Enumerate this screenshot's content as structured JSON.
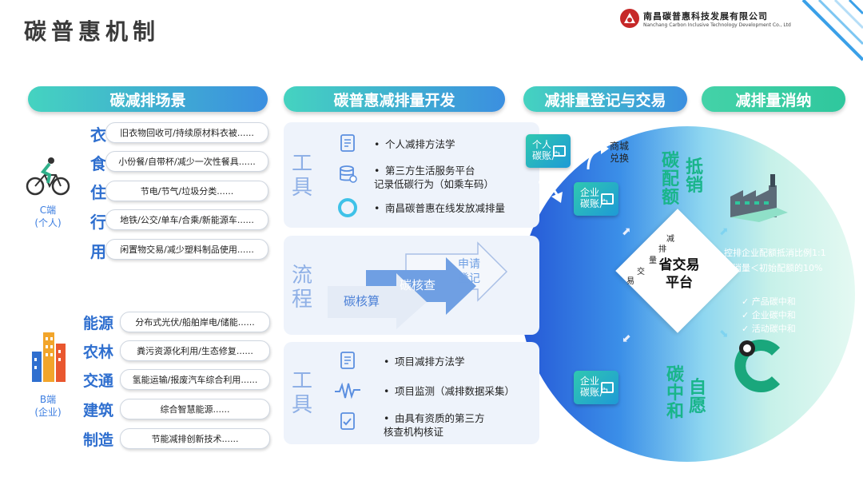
{
  "title": "碳普惠机制",
  "company": {
    "name_cn": "南昌碳普惠科技发展有限公司",
    "name_en": "Nanchang Carbon Inclusive Technology Development Co., Ltd"
  },
  "headers": [
    "碳减排场景",
    "碳普惠减排量开发",
    "减排量登记与交易",
    "减排量消纳"
  ],
  "c_side": {
    "label": "C端\n(个人)",
    "items": [
      {
        "cat": "衣",
        "text": "旧衣物回收可/持续原材料衣被......"
      },
      {
        "cat": "食",
        "text": "小份餐/自带杯/减少一次性餐具......"
      },
      {
        "cat": "住",
        "text": "节电/节气/垃圾分类......"
      },
      {
        "cat": "行",
        "text": "地铁/公交/单车/合乘/新能源车......"
      },
      {
        "cat": "用",
        "text": "闲置物交易/减少塑料制品使用......"
      }
    ]
  },
  "b_side": {
    "label": "B端\n(企业)",
    "items": [
      {
        "cat": "能源",
        "text": "分布式光伏/船舶岸电/储能......"
      },
      {
        "cat": "农林",
        "text": "粪污资源化利用/生态修复......"
      },
      {
        "cat": "交通",
        "text": "氢能运输/报废汽车综合利用......"
      },
      {
        "cat": "建筑",
        "text": "综合智慧能源......"
      },
      {
        "cat": "制造",
        "text": "节能减排创新技术......"
      }
    ]
  },
  "panel_top": {
    "label": "工具",
    "bullets": [
      "个人减排方法学",
      "第三方生活服务平台\n记录低碳行为（如乘车码）",
      "南昌碳普惠在线发放减排量"
    ]
  },
  "panel_mid": {
    "label": "流程",
    "steps": [
      "碳核算",
      "碳核查",
      "申请\n登记"
    ]
  },
  "panel_bot": {
    "label": "工具",
    "bullets": [
      "项目减排方法学",
      "项目监测（减排数据采集）",
      "由具有资质的第三方\n核查机构核证"
    ]
  },
  "platform": {
    "center": "省交易\n平台",
    "diag": [
      "减",
      "排",
      "量",
      "交",
      "易"
    ],
    "personal_account": "个人\n碳账户",
    "company_account_top": "企业\n碳账户",
    "company_account_bot": "企业\n碳账户",
    "mall": "商城\n兑换",
    "quota": "碳配额",
    "offset": "抵销",
    "neutral": "碳中和",
    "voluntary": "自愿"
  },
  "consumption": {
    "offset_lines": [
      "控排企业配额抵消比例1:1",
      "抵消量＜初始配额的10%"
    ],
    "neutral_lines": [
      "✓ 产品碳中和",
      "✓ 企业碳中和",
      "✓ 活动碳中和"
    ]
  },
  "colors": {
    "blue": "#2f6fcf",
    "teal": "#45d3c0",
    "green": "#19b58a"
  }
}
